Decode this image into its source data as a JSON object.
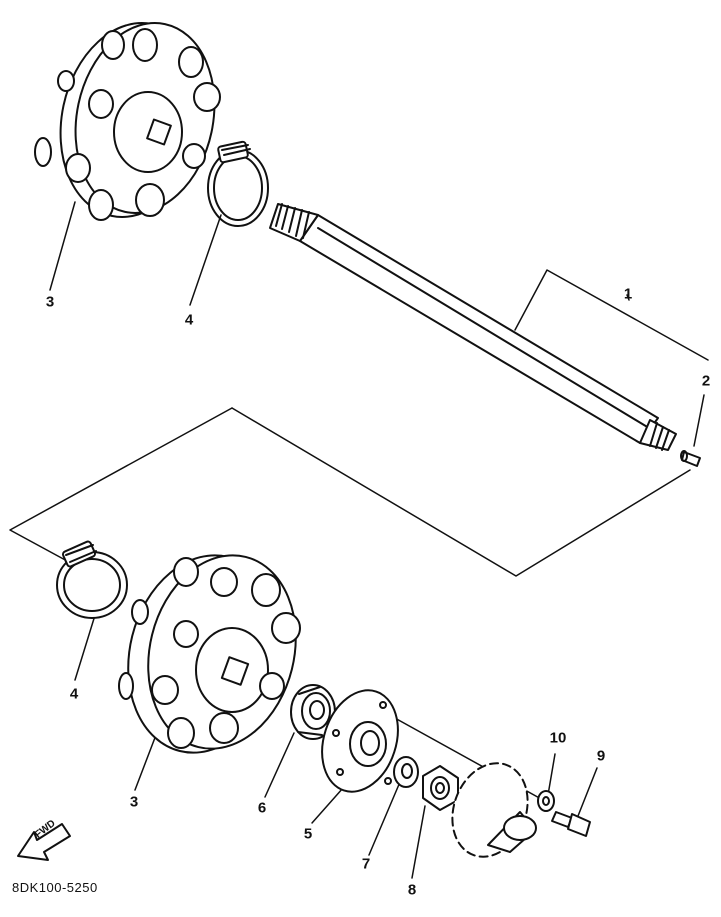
{
  "callouts": {
    "c1": "1",
    "c2": "2",
    "c3_top": "3",
    "c4_top": "4",
    "c4_bottom": "4",
    "c3_bottom": "3",
    "c6": "6",
    "c5": "5",
    "c7": "7",
    "c8": "8",
    "c10": "10",
    "c9": "9"
  },
  "fwd_label": "FWD",
  "diagram_code": "8DK100-5250",
  "colors": {
    "ink": "#111111",
    "paper": "#ffffff"
  },
  "icons": [
    "forward-arrow-icon"
  ]
}
